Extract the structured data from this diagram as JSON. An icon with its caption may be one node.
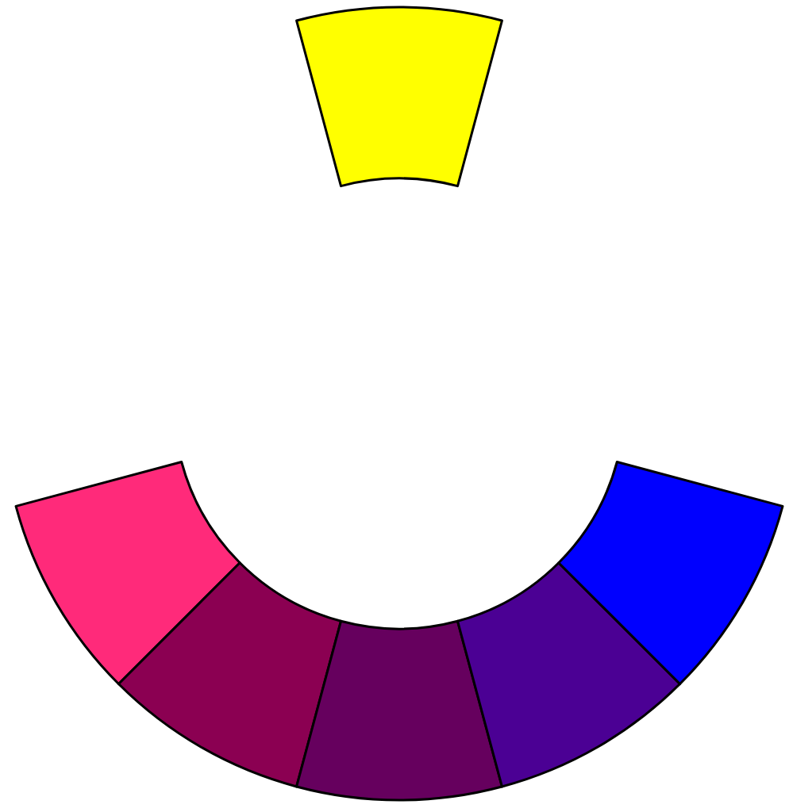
{
  "diagram": {
    "nodes": [
      {
        "text": [],
        "shape": "sector"
      },
      {
        "text": [],
        "shape": "sector"
      },
      {
        "text": [],
        "shape": "sector"
      },
      {
        "text": [],
        "shape": "sector"
      },
      {
        "text": [],
        "shape": "sector"
      },
      {
        "text": [],
        "shape": "sector"
      }
    ]
  }
}
